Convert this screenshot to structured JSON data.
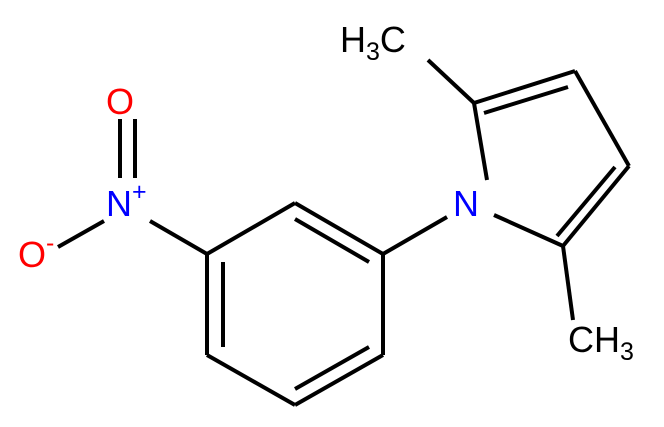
{
  "colors": {
    "bond": "#000000",
    "carbon_label": "#000000",
    "nitrogen": "#0000ff",
    "oxygen": "#ff0000",
    "background": "#ffffff"
  },
  "labels": {
    "ch3_top": {
      "main": "H",
      "sub": "3",
      "tail": "C"
    },
    "ch3_bottom": {
      "main": "CH",
      "sub": "3"
    },
    "n_pyrrole": "N",
    "n_nitro": {
      "main": "N",
      "charge": "+"
    },
    "o_double": "O",
    "o_single": {
      "main": "O",
      "charge": "-"
    }
  }
}
